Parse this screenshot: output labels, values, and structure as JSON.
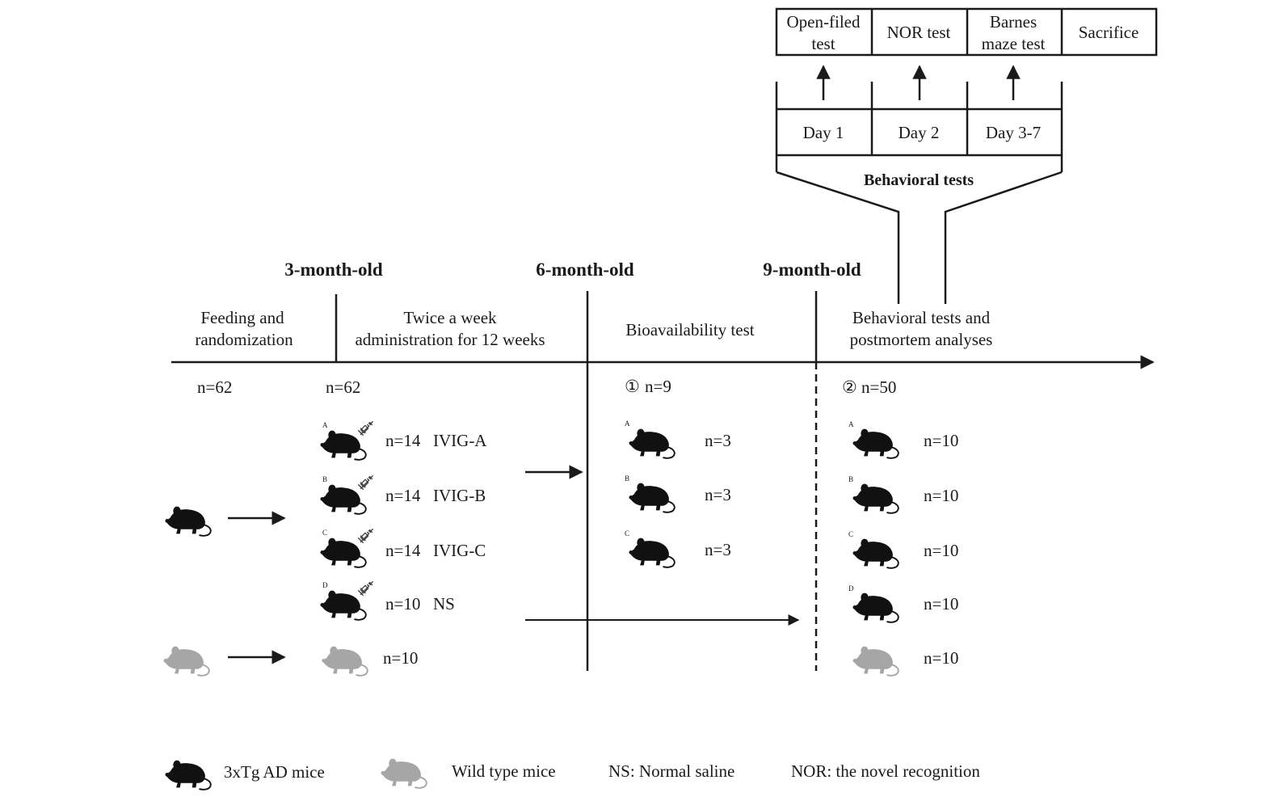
{
  "behavioral_box": {
    "top_cells": [
      {
        "line1": "Open-filed",
        "line2": "test"
      },
      {
        "line1": "NOR test",
        "line2": ""
      },
      {
        "line1": "Barnes",
        "line2": "maze test"
      },
      {
        "line1": "Sacrifice",
        "line2": ""
      }
    ],
    "days": [
      "Day 1",
      "Day 2",
      "Day 3-7"
    ],
    "title": "Behavioral tests"
  },
  "timepoints": [
    "3-month-old",
    "6-month-old",
    "9-month-old"
  ],
  "phases": [
    {
      "line1": "Feeding and",
      "line2": "randomization"
    },
    {
      "line1": "Twice a week",
      "line2": "administration for 12 weeks"
    },
    {
      "line1": "Bioavailability test",
      "line2": ""
    },
    {
      "line1": "Behavioral tests and",
      "line2": "postmortem analyses"
    }
  ],
  "counts": {
    "start": "n=62",
    "randomized": "n=62",
    "bio": "n=9",
    "bio_marker": "①",
    "final": "n=50",
    "final_marker": "②"
  },
  "treatment_groups": [
    {
      "letter": "A",
      "count": "n=14",
      "label": "IVIG-A"
    },
    {
      "letter": "B",
      "count": "n=14",
      "label": "IVIG-B"
    },
    {
      "letter": "C",
      "count": "n=14",
      "label": "IVIG-C"
    },
    {
      "letter": "D",
      "count": "n=10",
      "label": "NS"
    },
    {
      "letter": "",
      "count": "n=10",
      "label": ""
    }
  ],
  "bio_groups": [
    {
      "letter": "A",
      "count": "n=3"
    },
    {
      "letter": "B",
      "count": "n=3"
    },
    {
      "letter": "C",
      "count": "n=3"
    }
  ],
  "final_groups": [
    {
      "letter": "A",
      "count": "n=10"
    },
    {
      "letter": "B",
      "count": "n=10"
    },
    {
      "letter": "C",
      "count": "n=10"
    },
    {
      "letter": "D",
      "count": "n=10"
    },
    {
      "letter": "",
      "count": "n=10"
    }
  ],
  "legend": {
    "tg": "3xTg AD mice",
    "wt": "Wild type mice",
    "ns": "NS: Normal saline",
    "nor": "NOR: the novel recognition"
  },
  "colors": {
    "tg_mouse": "#111111",
    "wt_mouse": "#a6a6a6",
    "line": "#1a1a1a"
  },
  "icons": {
    "mouse": "mouse-icon",
    "syringe": "syringe-icon"
  }
}
